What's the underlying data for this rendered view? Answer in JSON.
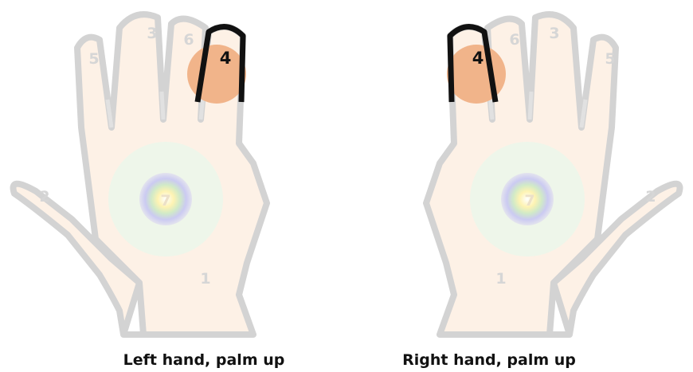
{
  "hands": [
    {
      "side": "left",
      "caption": "Left hand, palm up",
      "labels": {
        "1": "1",
        "2": "2",
        "3": "3",
        "4": "4",
        "5": "5",
        "6": "6",
        "7": "7"
      },
      "highlighted_finger": "4"
    },
    {
      "side": "right",
      "caption": "Right hand, palm up",
      "labels": {
        "1": "1",
        "2": "2",
        "3": "3",
        "4": "4",
        "5": "5",
        "6": "6",
        "7": "7"
      },
      "highlighted_finger": "4"
    }
  ],
  "colors": {
    "skin_fill": "#fdf1e6",
    "skin_outline": "#d3d3d3",
    "highlight_fill": "#f1b48a",
    "highlight_outline": "#111111",
    "chakra_glow": "#eef6ea"
  }
}
